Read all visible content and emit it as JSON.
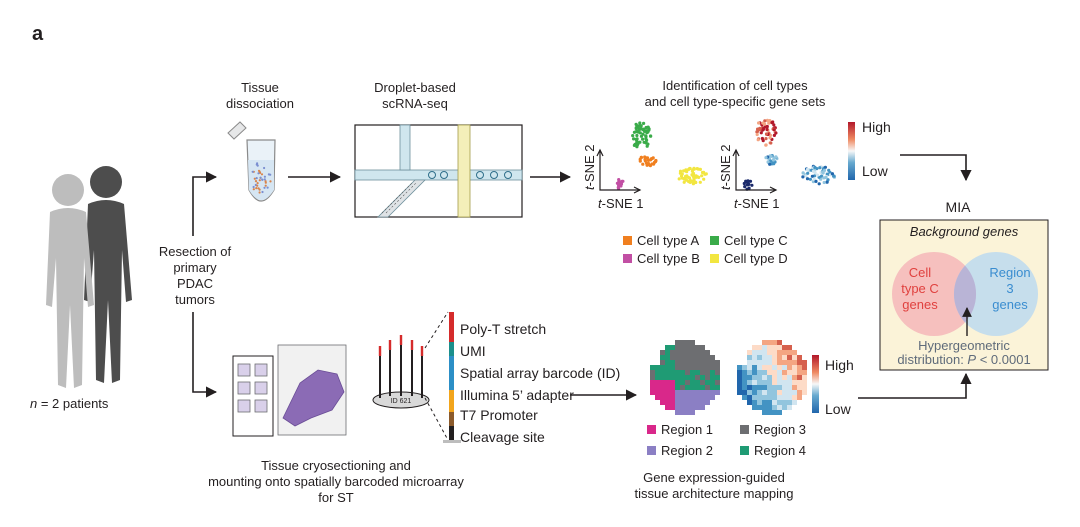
{
  "panel_label": "a",
  "patients": {
    "label_var": "n",
    "label_rest": " = 2 patients"
  },
  "resection": [
    "Resection of",
    "primary",
    "PDAC",
    "tumors"
  ],
  "dissociation": [
    "Tissue",
    "dissociation"
  ],
  "scrnaseq": [
    "Droplet-based",
    "scRNA-seq"
  ],
  "identification": [
    "Identification of cell types",
    "and cell type-specific gene sets"
  ],
  "tsne": {
    "x_var": "t",
    "x_rest": "-SNE 1",
    "y_var": "t",
    "y_rest": "-SNE 2"
  },
  "expression_scale": {
    "high": "High",
    "low": "Low"
  },
  "cell_types": [
    {
      "label": "Cell type A",
      "color": "#f07f1f"
    },
    {
      "label": "Cell type C",
      "color": "#3aab49"
    },
    {
      "label": "Cell type B",
      "color": "#c24fa4"
    },
    {
      "label": "Cell type D",
      "color": "#f2e640"
    }
  ],
  "barcode_labels": [
    {
      "label": "Poly-T stretch",
      "color": "#d52b2b"
    },
    {
      "label": "UMI",
      "color": "#1b8f8c"
    },
    {
      "label": "Spatial array barcode (ID)",
      "color": "#2c8fc6"
    },
    {
      "label": "Illumina 5’ adapter",
      "color": "#f2a51c"
    },
    {
      "label": "T7 Promoter",
      "color": "#8b5a2b"
    },
    {
      "label": "Cleavage site",
      "color": "#231f20"
    }
  ],
  "spot_id": "ID 621",
  "cryosection": [
    "Tissue cryosectioning and",
    "mounting onto spatially barcoded microarray",
    "for ST"
  ],
  "regions": [
    {
      "label": "Region 1",
      "color": "#d9288a"
    },
    {
      "label": "Region 3",
      "color": "#6d6e71"
    },
    {
      "label": "Region 2",
      "color": "#8b7fc4"
    },
    {
      "label": "Region 4",
      "color": "#1f9b74"
    }
  ],
  "mapping": [
    "Gene expression-guided",
    "tissue architecture mapping"
  ],
  "mia": {
    "title": "MIA",
    "background": "Background genes",
    "left_circle": [
      "Cell",
      "type C",
      "genes"
    ],
    "right_circle": [
      "Region",
      "3",
      "genes"
    ],
    "hypergeometric": [
      "Hypergeometric",
      "distribution: "
    ],
    "p_var": "P",
    "p_rest": " < 0.0001"
  }
}
